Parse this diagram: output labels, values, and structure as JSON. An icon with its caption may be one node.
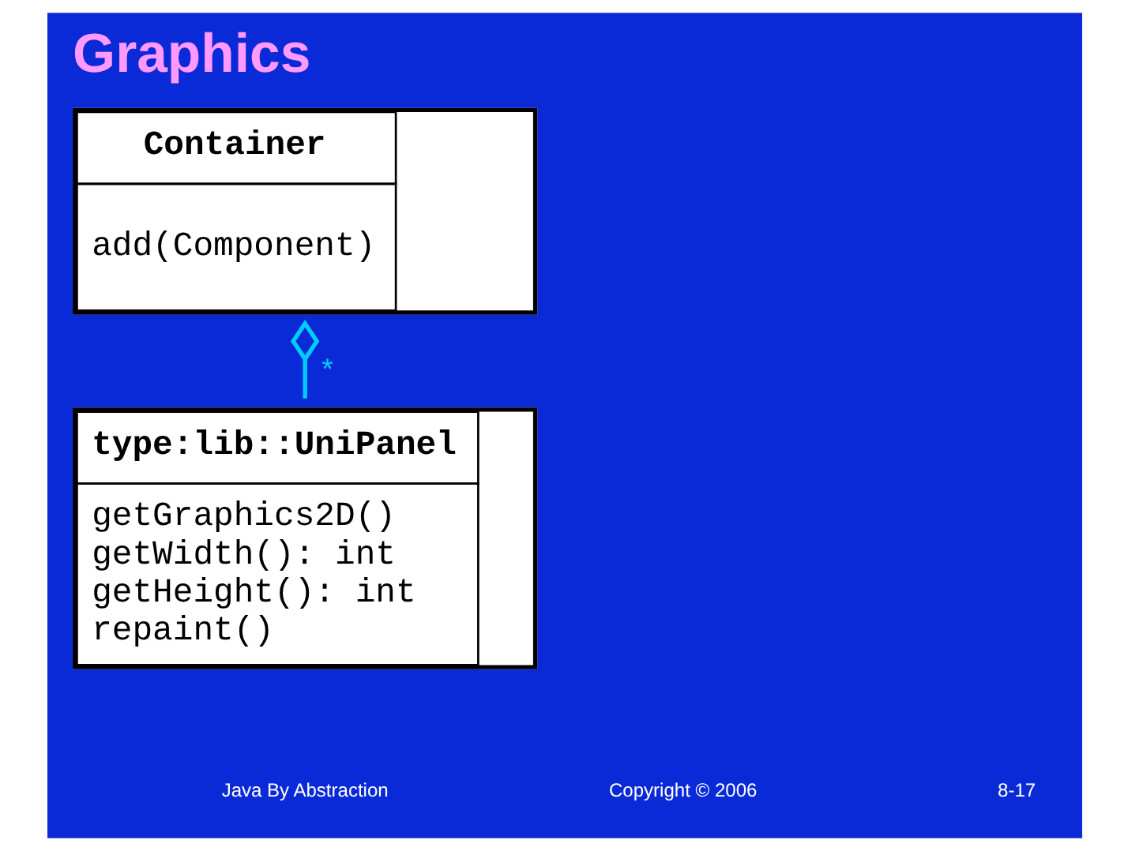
{
  "diagram": {
    "title": "Graphics",
    "nodes": [
      {
        "text": [
          "Container",
          "add(Component)"
        ]
      },
      {
        "text": [
          "type:lib::UniPanel",
          "getGraphics2D()",
          "getWidth(): int",
          "getHeight(): int",
          "repaint()"
        ]
      }
    ],
    "edges": [
      {
        "from": 1,
        "to": 0,
        "arrow": "other",
        "label": "*"
      }
    ],
    "labels": [
      "Copyright © 2006",
      "Java By Abstraction",
      "8-17"
    ]
  }
}
